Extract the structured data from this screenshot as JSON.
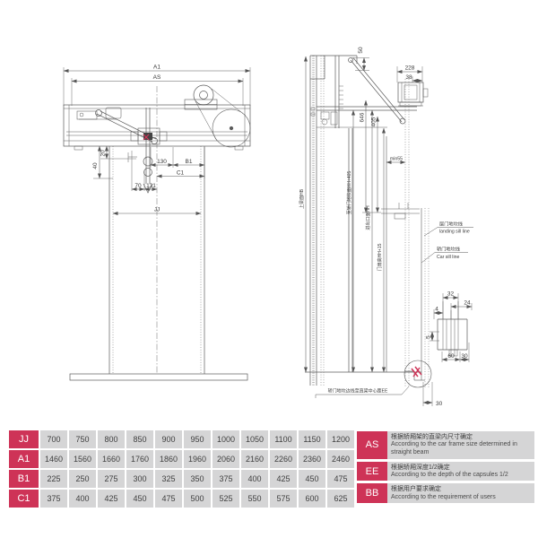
{
  "colors": {
    "accent": "#ce3357",
    "cell_bg": "#d5d5d6",
    "line": "#5b5b5b"
  },
  "drawing": {
    "left": {
      "a1": "A1",
      "as_": "AS",
      "d130": "130",
      "b1": "B1",
      "c1": "C1",
      "d70": "70",
      "d131": "131",
      "d40": "40",
      "d20": "20",
      "jj": "JJ"
    },
    "right": {
      "d50": "50",
      "d228": "228",
      "d38": "38",
      "d646": "646",
      "d405": "405",
      "min55": "min55",
      "d32": "32",
      "d24": "24",
      "d4": "4",
      "d5": "5",
      "d60": "60",
      "d30": "30",
      "d30b": "30",
      "top_beam": "上梁面HB",
      "to_car_sill": "至轿门地坎面HH+405",
      "entrance_face": "进出口面HH",
      "door_face": "门扇高HH+15",
      "landing_sill_cn": "层门地坎线",
      "landing_sill_en": "landing sill line",
      "car_sill_cn": "轿门地坎线",
      "car_sill_en": "Car sill line",
      "note": "轿门地坎边线至直梁中心距EE"
    }
  },
  "size_table": {
    "rows": [
      {
        "label": "JJ",
        "values": [
          "700",
          "750",
          "800",
          "850",
          "900",
          "950",
          "1000",
          "1050",
          "1100",
          "1150",
          "1200"
        ]
      },
      {
        "label": "A1",
        "values": [
          "1460",
          "1560",
          "1660",
          "1760",
          "1860",
          "1960",
          "2060",
          "2160",
          "2260",
          "2360",
          "2460"
        ]
      },
      {
        "label": "B1",
        "values": [
          "225",
          "250",
          "275",
          "300",
          "325",
          "350",
          "375",
          "400",
          "425",
          "450",
          "475"
        ]
      },
      {
        "label": "C1",
        "values": [
          "375",
          "400",
          "425",
          "450",
          "475",
          "500",
          "525",
          "550",
          "575",
          "600",
          "625"
        ]
      }
    ]
  },
  "legend_table": {
    "rows": [
      {
        "label": "AS",
        "cn": "根据轿厢架的直梁内尺寸确定",
        "en": "According to the car frame size determined in straight beam"
      },
      {
        "label": "EE",
        "cn": "根据轿厢深度1/2确定",
        "en": "According to the depth of the capsules 1/2"
      },
      {
        "label": "BB",
        "cn": "根据用户要求确定",
        "en": "According to the requirement of users"
      }
    ]
  }
}
